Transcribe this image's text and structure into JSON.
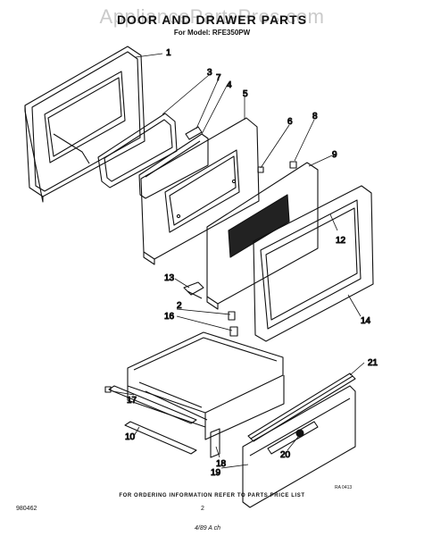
{
  "header": {
    "watermark": "AppliancePartsPros.com",
    "title": "DOOR AND DRAWER PARTS",
    "model": "For Model: RFE350PW"
  },
  "callouts": [
    "1",
    "2",
    "3",
    "4",
    "5",
    "6",
    "7",
    "8",
    "9",
    "10",
    "12",
    "13",
    "14",
    "16",
    "17",
    "18",
    "19",
    "20",
    "21"
  ],
  "footer": {
    "note": "FOR ORDERING INFORMATION REFER TO PARTS PRICE LIST",
    "doc_code": "RA 0413",
    "part_number": "980462",
    "page": "2",
    "handwritten": "4/89 A ch"
  }
}
